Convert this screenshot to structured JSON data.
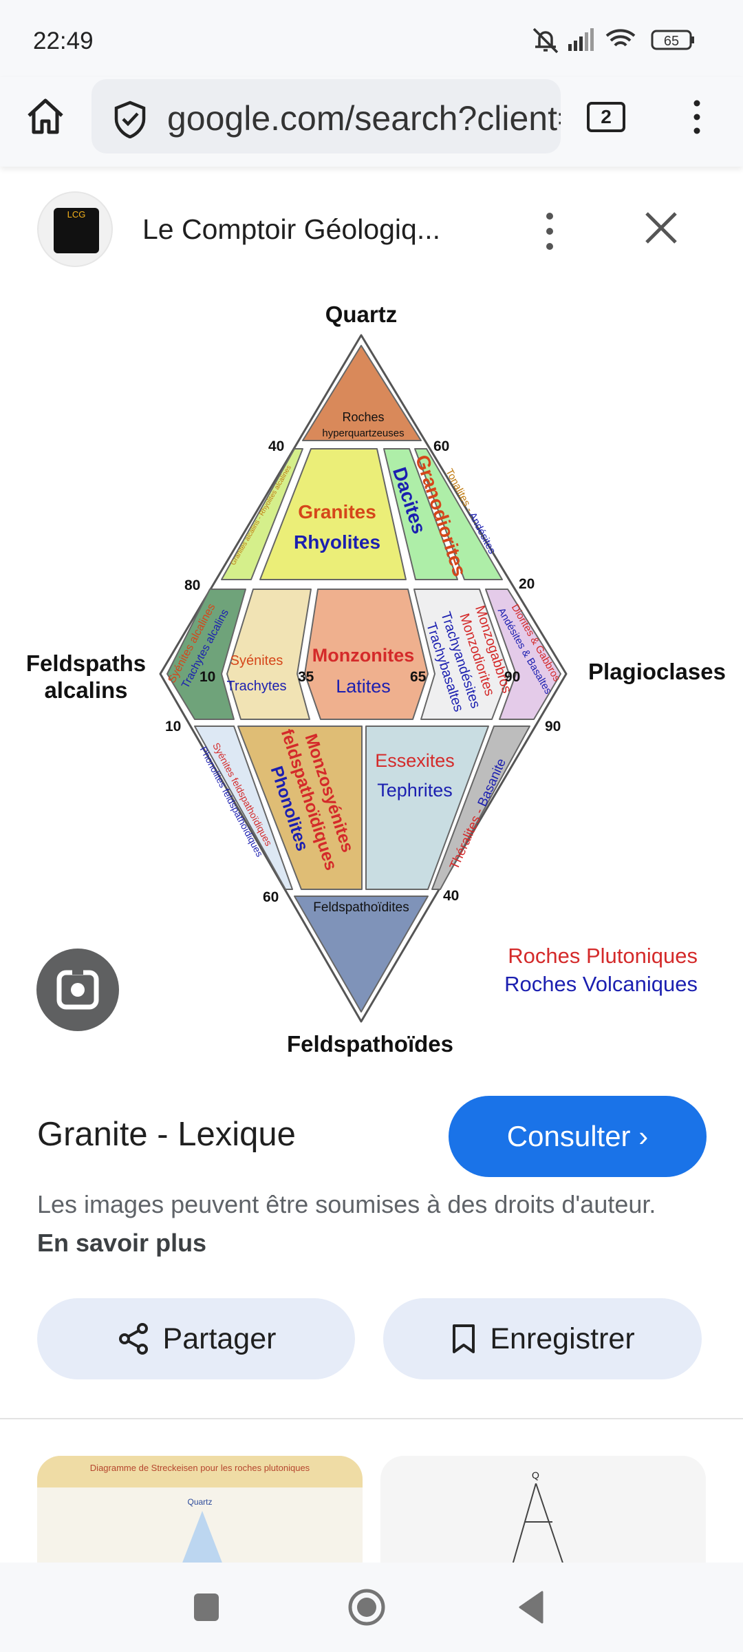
{
  "status_bar": {
    "time": "22:49",
    "battery": "65"
  },
  "browser": {
    "url": "google.com/search?client=",
    "tab_count": "2"
  },
  "source": {
    "name": "Le Comptoir Géologiq...",
    "logo_text": "LCG"
  },
  "diagram": {
    "apex_top": "Quartz",
    "apex_left": [
      "Feldspaths",
      "alcalins"
    ],
    "apex_right": "Plagioclases",
    "apex_bottom": "Feldspathoïdes",
    "ticks": {
      "q40": "40",
      "q60": "60",
      "q80": "80",
      "q20": "20",
      "f10l": "10",
      "f90r": "90",
      "f60": "60",
      "f40": "40",
      "m10": "10",
      "m35": "35",
      "m65": "65",
      "m90": "90"
    },
    "regions": {
      "hyperquartz": [
        "Roches",
        "hyperquartzeuses"
      ],
      "granites_alc": "Granites alcalins - Rhyolites alcalines",
      "granites": "Granites",
      "rhyolites": "Rhyolites",
      "granodiorites": "Granodiorites",
      "dacites": "Dacites",
      "tonalites": "Tonalites - ",
      "andesites_t": "Andésites",
      "syenites_alc": "Syénites alcalines",
      "trachytes_alc": "Trachytes alcalins",
      "syenites": "Syénites",
      "trachytes": "Trachytes",
      "monzonites": "Monzonites",
      "latites": "Latites",
      "monzogabbros": "Monzogabbros",
      "monzodiorites": "Monzodiorites",
      "trachyandesites": "Trachyandésites",
      "trachybasaltes": "Trachybasaltes",
      "diorites": "Diorites & Gabbros",
      "andesites_b": "Andésites & Basaltes",
      "syenites_f": "Syénites feldspathoïdiques",
      "phonolites_f": "Phonolites feldspathoïdiques",
      "monzosyenites": "Monzosyénites",
      "feldspathoidiques": "feldspathoïdiques",
      "phonolites": "Phonolites",
      "essexites": "Essexites",
      "tephrites": "Tephrites",
      "theralites": "Théralites - ",
      "basanite": "Basanite",
      "feldspathoidites": "Feldspathoïdites"
    },
    "legend": {
      "plutonic": "Roches Plutoniques",
      "volcanic": "Roches Volcaniques"
    },
    "colors": {
      "plutonic": "#d42a2a",
      "volcanic": "#1b1fb0"
    }
  },
  "result": {
    "title": "Granite - Lexique",
    "consult_label": "Consulter",
    "rights_text": "Les images peuvent être soumises à des droits d'auteur.",
    "learn_more": "En savoir plus",
    "share_label": "Partager",
    "save_label": "Enregistrer"
  },
  "related": [
    {
      "title": "Diagramme de Streckeisen pour les roches plutoniques",
      "label": "Quartz"
    },
    {
      "label": "Q"
    }
  ],
  "accent": "#1a73e8"
}
